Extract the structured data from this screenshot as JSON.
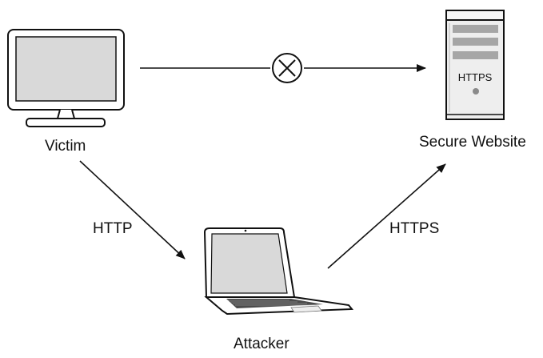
{
  "nodes": {
    "victim": {
      "label": "Victim",
      "icon": "desktop-monitor-icon"
    },
    "server": {
      "label": "Secure Website",
      "badge": "HTTPS",
      "icon": "server-icon"
    },
    "attacker": {
      "label": "Attacker",
      "icon": "laptop-icon"
    }
  },
  "edges": {
    "victim_to_attacker": {
      "label": "HTTP"
    },
    "attacker_to_server": {
      "label": "HTTPS"
    },
    "victim_to_server": {
      "label": "",
      "blocked_icon": "blocked-x-circle-icon"
    }
  },
  "colors": {
    "stroke": "#111111",
    "screen_fill": "#d9d9d9",
    "server_body": "#eeeeee",
    "server_slot": "#a6a6a6",
    "keyboard": "#4a4a4a"
  }
}
